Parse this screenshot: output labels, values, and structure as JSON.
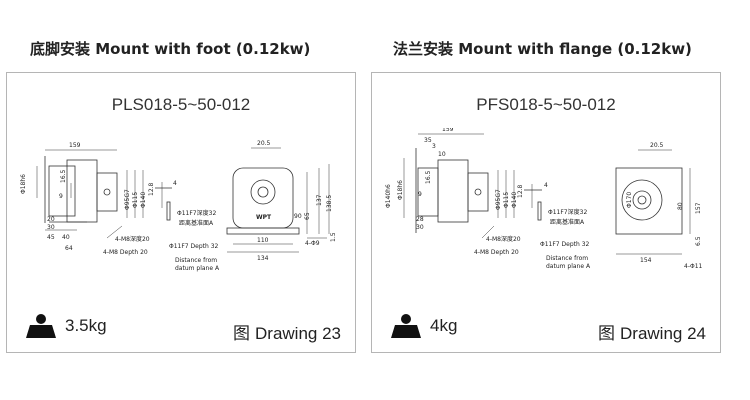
{
  "left": {
    "title_cn": "底脚安装",
    "title_en": "Mount with foot (0.12kw)",
    "model": "PLS018-5~50-012",
    "weight": "3.5kg",
    "drawing_prefix": "图",
    "drawing_label": "Drawing 23",
    "dims": {
      "d159": "159",
      "d18h6": "Φ18h6",
      "d16_5": "16.5",
      "d9": "9",
      "d45": "45",
      "d40": "40",
      "d64": "64",
      "d20": "20",
      "d30": "30",
      "d95g7": "Φ95G7",
      "d115": "Φ115",
      "d140": "Φ140",
      "m8": "4-M8深度20",
      "m8en": "4-M8 Depth 20",
      "d12_8": "12.8",
      "d4": "4",
      "d11f7cn": "Φ11F7深度32",
      "datum_cn": "距离基准面A",
      "d11f7en": "Φ11F7 Depth 32",
      "dist1": "Distance from",
      "dist2": "datum plane A",
      "d20_5": "20.5",
      "d90": "90",
      "d65": "65",
      "d137": "137",
      "d138_5": "138.5",
      "d110": "110",
      "d134": "134",
      "d1_5": "1.5",
      "holes": "4-Φ9",
      "brand": "WPT"
    }
  },
  "right": {
    "title_cn": "法兰安装",
    "title_en": "Mount with flange (0.12kw)",
    "model": "PFS018-5~50-012",
    "weight": "4kg",
    "drawing_prefix": "图",
    "drawing_label": "Drawing 24",
    "dims": {
      "d159": "159",
      "d35": "35",
      "d3": "3",
      "d10": "10",
      "d140h6": "Φ140h6",
      "d18h6": "Φ18h6",
      "d16_5": "16.5",
      "d9": "9",
      "d28": "28",
      "d30": "30",
      "d95g7": "Φ95G7",
      "d115": "Φ115",
      "d140": "Φ140",
      "m8": "4-M8深度20",
      "m8en": "4-M8 Depth 20",
      "d12_8": "12.8",
      "d4": "4",
      "d11f7cn": "Φ11F7深度32",
      "datum_cn": "距离基准面A",
      "d11f7en": "Φ11F7 Depth 32",
      "dist1": "Distance from",
      "dist2": "datum plane A",
      "d20_5": "20.5",
      "d170": "Φ170",
      "d80": "80",
      "d157": "157",
      "d6_5": "6.5",
      "d154": "154",
      "holes": "4-Φ11"
    }
  }
}
